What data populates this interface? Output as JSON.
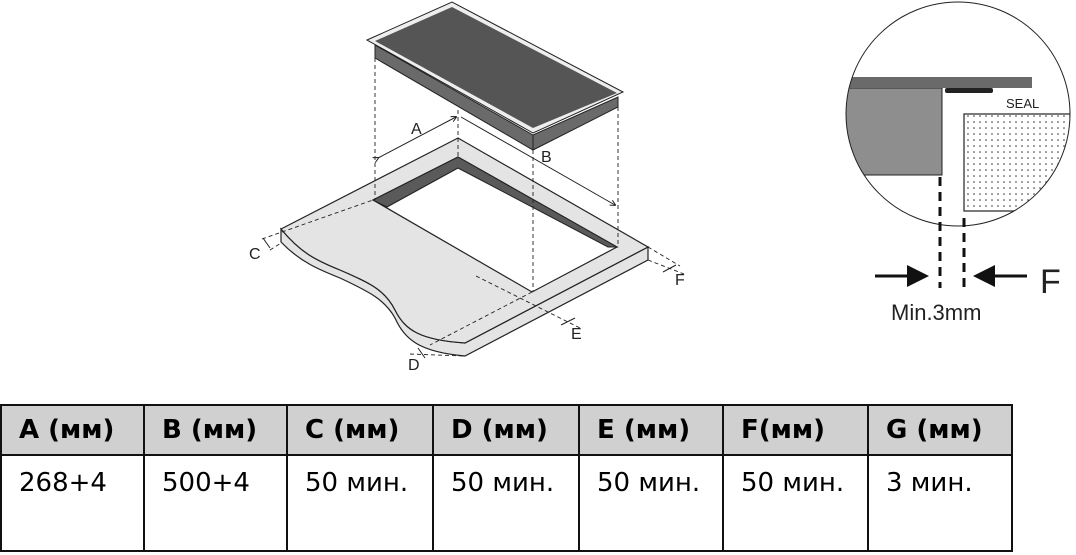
{
  "diagram": {
    "dimension_labels": [
      "A",
      "B",
      "C",
      "D",
      "E",
      "F"
    ],
    "inset": {
      "seal_label": "SEAL",
      "gap_label": "F",
      "min_gap": "Min.3mm"
    },
    "colors": {
      "hob_glass": "#555555",
      "countertop": "#e4e4e4",
      "cut_wall": "#5a5a5a",
      "inset_panel": "#8e8e8e"
    }
  },
  "table": {
    "headers": [
      "A (мм)",
      "B (мм)",
      "C (мм)",
      "D (мм)",
      "E (мм)",
      "F(мм)",
      "G (мм)"
    ],
    "values": [
      "268+4",
      "500+4",
      "50 мин.",
      "50 мин.",
      "50 мин.",
      "50 мин.",
      "3 мин."
    ]
  }
}
